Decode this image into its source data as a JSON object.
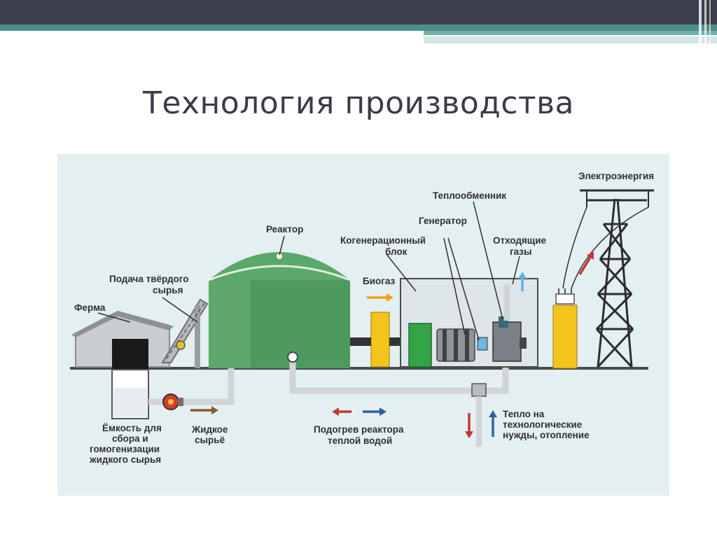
{
  "slide": {
    "title": "Технология производства"
  },
  "diagram": {
    "labels": {
      "farm": "Ферма",
      "solid_feed_1": "Подача твёрдого",
      "solid_feed_2": "сырья",
      "reactor": "Реактор",
      "cogen_1": "Когенерационный",
      "cogen_2": "блок",
      "biogas": "Биогаз",
      "heat_exchanger": "Теплообменник",
      "generator": "Генератор",
      "exhaust_1": "Отходящие",
      "exhaust_2": "газы",
      "electricity": "Электроэнергия",
      "tank_1": "Ёмкость для",
      "tank_2": "сбора и",
      "tank_3": "гомогенизации",
      "tank_4": "жидкого сырья",
      "liquid_1": "Жидкое",
      "liquid_2": "сырьё",
      "heating_1": "Подогрев реактора",
      "heating_2": "теплой водой",
      "heat_1": "Тепло на",
      "heat_2": "технологические",
      "heat_3": "нужды, отопление"
    },
    "colors": {
      "background": "#e4eff2",
      "reactor": "#4e9a5e",
      "yellow_block": "#f3c51b",
      "green_block": "#35a447",
      "arrow_red": "#c03a2e",
      "arrow_blue": "#2f5fa8",
      "arrow_orange": "#f0a21a",
      "arrow_light_blue": "#58b4e6",
      "arrow_brown": "#8a5a2a"
    }
  }
}
